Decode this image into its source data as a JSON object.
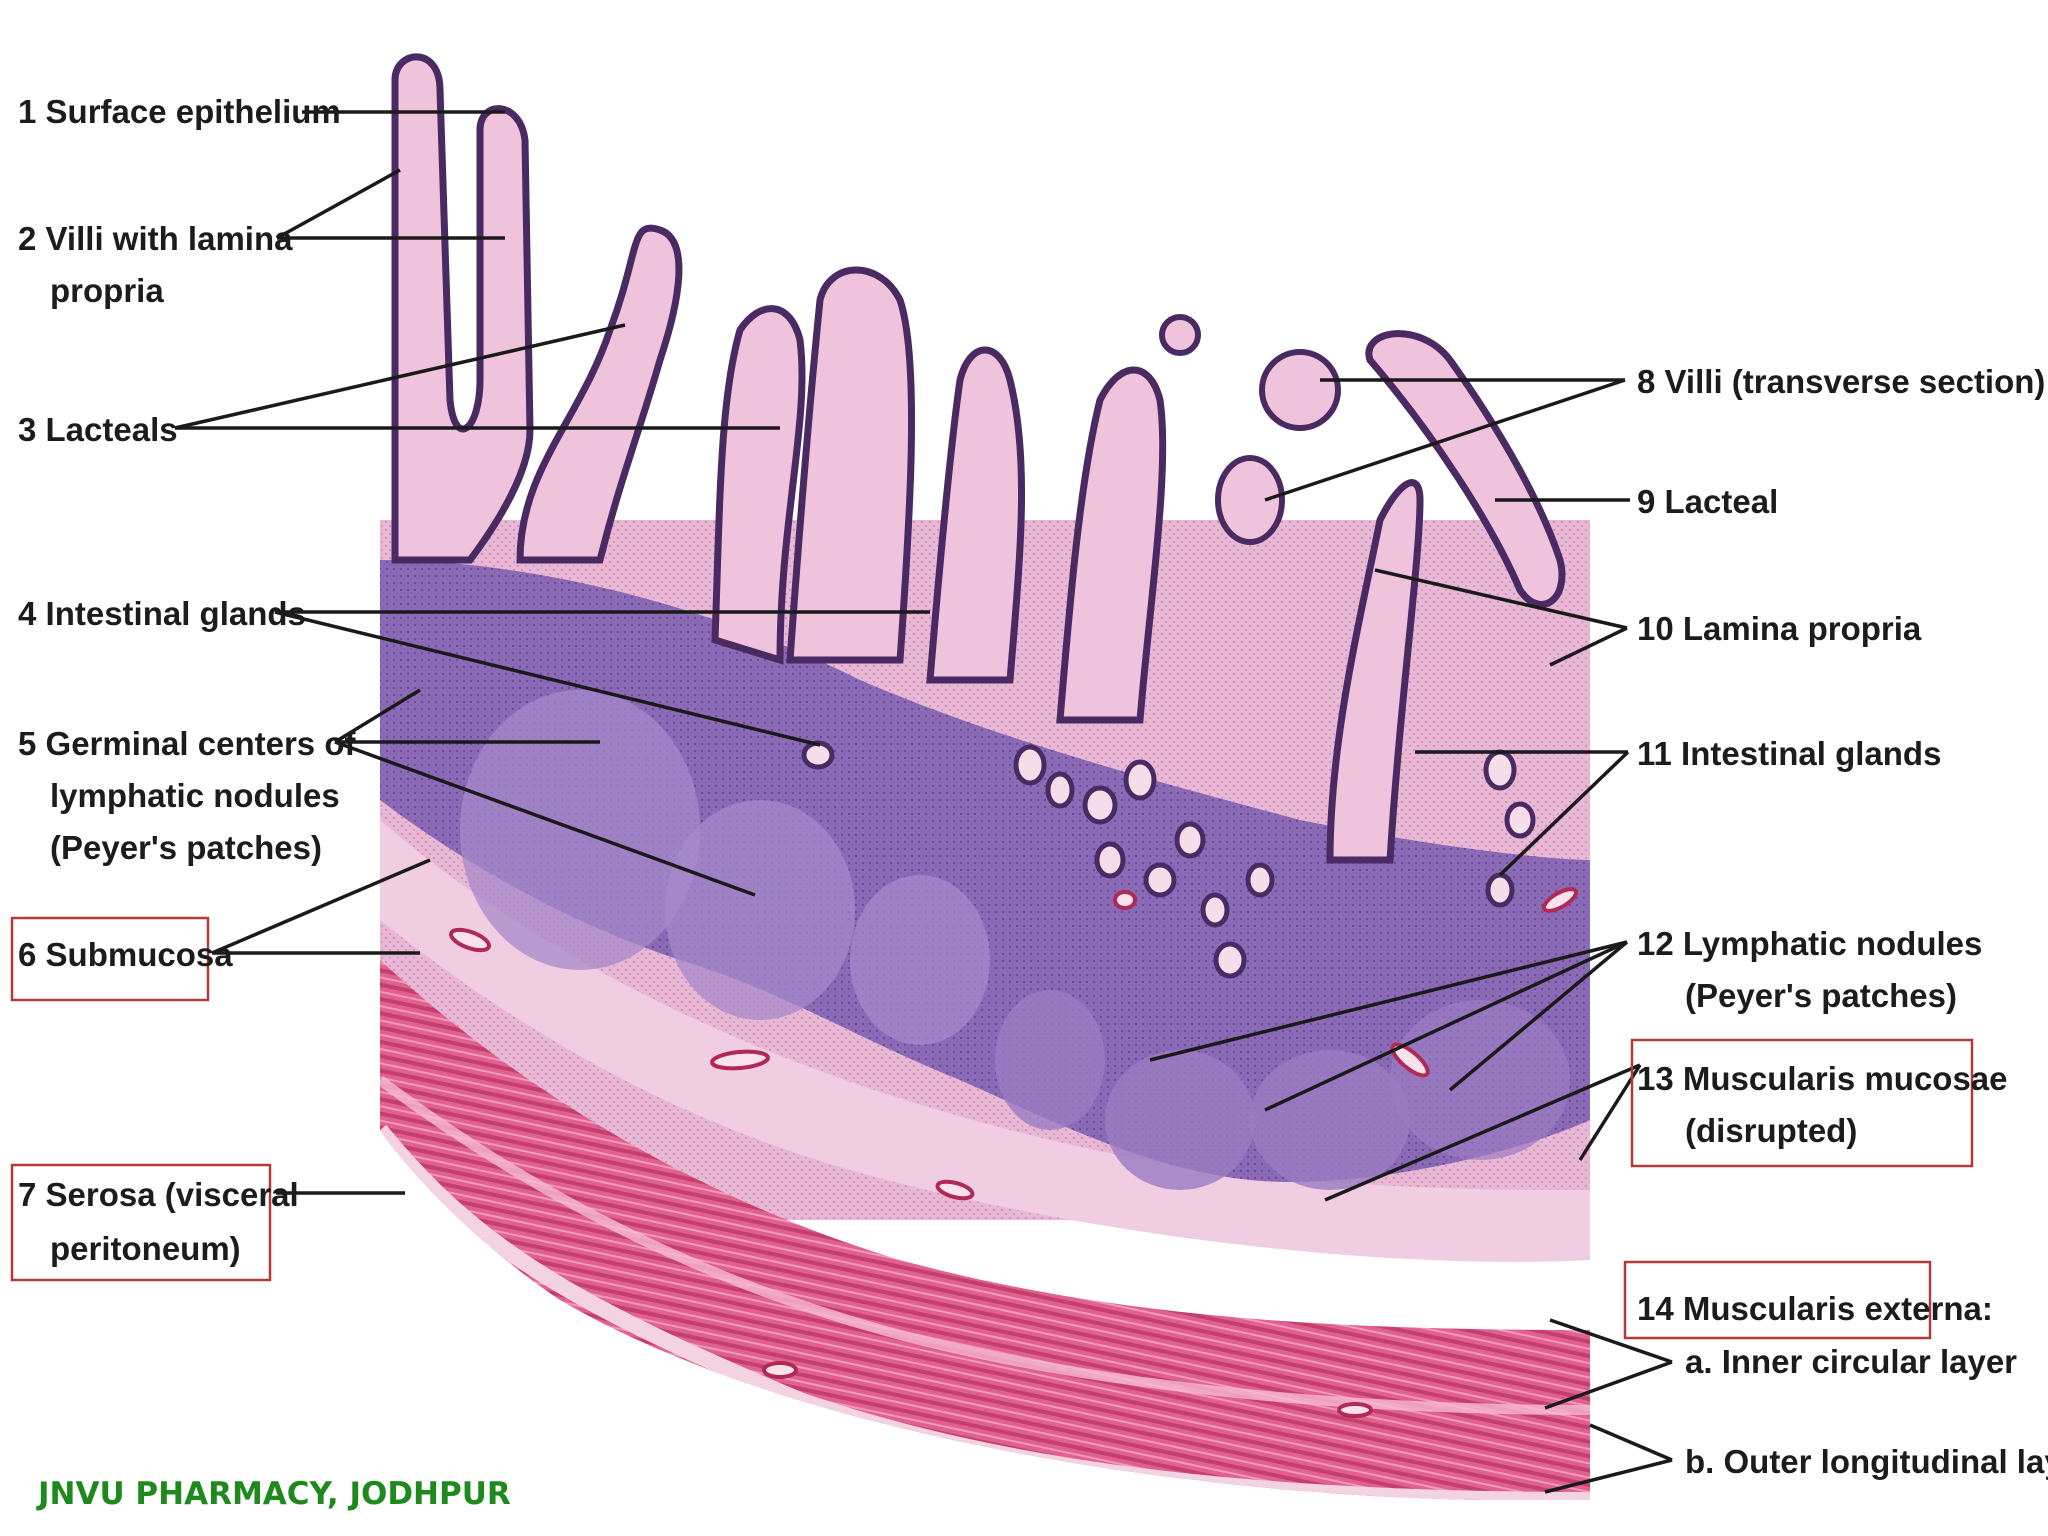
{
  "labels": {
    "l1": "1  Surface epithelium",
    "l2a": "2  Villi with lamina",
    "l2b": "propria",
    "l3": "3  Lacteals",
    "l4": "4  Intestinal glands",
    "l5a": "5  Germinal centers of",
    "l5b": "lymphatic nodules",
    "l5c": "(Peyer's patches)",
    "l6": "6  Submucosa",
    "l7a": "7  Serosa (visceral",
    "l7b": "peritoneum)",
    "l8": "8  Villi (transverse section)",
    "l9": "9  Lacteal",
    "l10": "10  Lamina propria",
    "l11": "11  Intestinal glands",
    "l12a": "12  Lymphatic nodules",
    "l12b": "(Peyer's patches)",
    "l13a": "13  Muscularis mucosae",
    "l13b": "(disrupted)",
    "l14": "14  Muscularis externa:",
    "l14a": "a. Inner circular layer",
    "l14b": "b. Outer longitudinal layer"
  },
  "footer": "JNVU PHARMACY, JODHPUR",
  "colors": {
    "tissue_pink": "#e9b8d4",
    "villus_border": "#4a2a62",
    "nodule_purple": "#8c6bb6",
    "muscle_red": "#d84a7e",
    "box_red": "#b23a3a",
    "footer_green": "#1e8a1e"
  }
}
